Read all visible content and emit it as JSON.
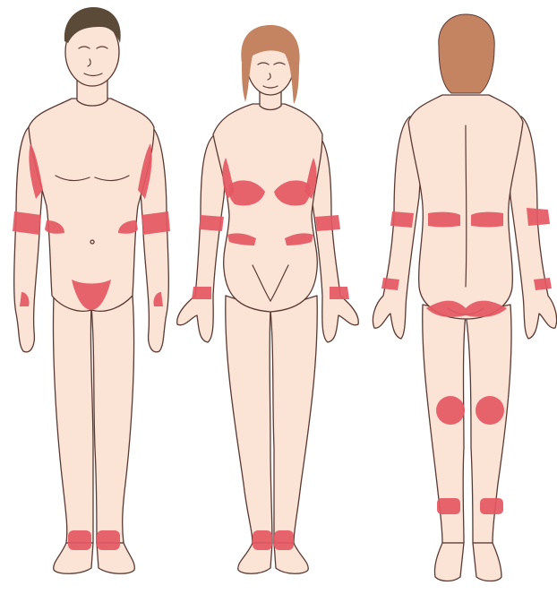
{
  "colors": {
    "skin": "#fbe3d6",
    "outline": "#5a3a33",
    "lesion": "#e45863",
    "male_hair": "#5b4a38",
    "female_hair": "#c48462",
    "background": "#ffffff"
  },
  "figures": [
    {
      "view": "front",
      "sex": "male",
      "icon": "male-front-figure"
    },
    {
      "view": "front",
      "sex": "female",
      "icon": "female-front-figure"
    },
    {
      "view": "back",
      "sex": "female",
      "icon": "female-back-figure"
    }
  ]
}
